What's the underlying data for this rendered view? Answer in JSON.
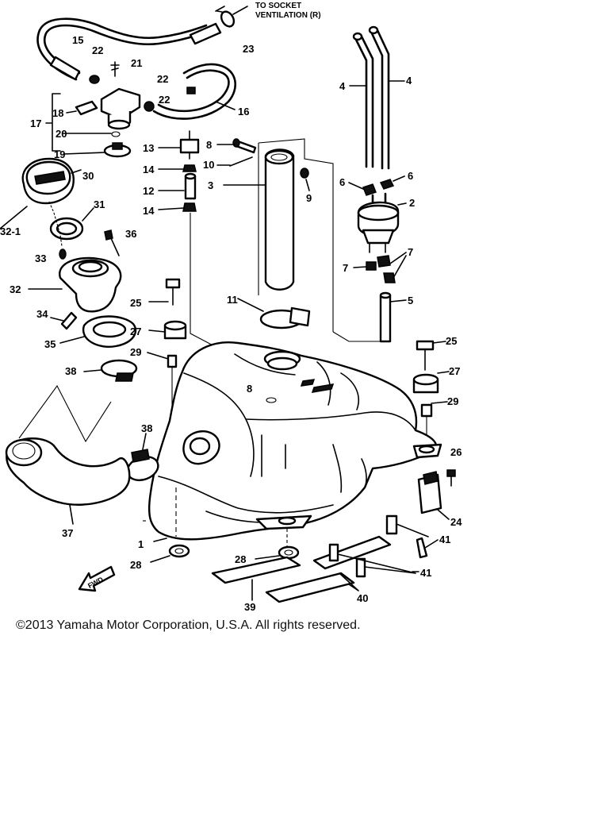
{
  "diagram": {
    "note_line1": "TO SOCKET",
    "note_line2": "VENTILATION (R)",
    "arrow_label": "FWD",
    "labels": [
      {
        "id": "l15",
        "text": "15"
      },
      {
        "id": "l22a",
        "text": "22"
      },
      {
        "id": "l21",
        "text": "21"
      },
      {
        "id": "l23",
        "text": "23"
      },
      {
        "id": "l4a",
        "text": "4"
      },
      {
        "id": "l4b",
        "text": "4"
      },
      {
        "id": "l22b",
        "text": "22"
      },
      {
        "id": "l22c",
        "text": "22"
      },
      {
        "id": "l16",
        "text": "16"
      },
      {
        "id": "l17",
        "text": "17"
      },
      {
        "id": "l18",
        "text": "18"
      },
      {
        "id": "l20",
        "text": "20"
      },
      {
        "id": "l19",
        "text": "19"
      },
      {
        "id": "l13",
        "text": "13"
      },
      {
        "id": "l8a",
        "text": "8"
      },
      {
        "id": "l10",
        "text": "10"
      },
      {
        "id": "l14a",
        "text": "14"
      },
      {
        "id": "l3",
        "text": "3"
      },
      {
        "id": "l9",
        "text": "9"
      },
      {
        "id": "l6a",
        "text": "6"
      },
      {
        "id": "l6b",
        "text": "6"
      },
      {
        "id": "l30",
        "text": "30"
      },
      {
        "id": "l2",
        "text": "2"
      },
      {
        "id": "l12",
        "text": "12"
      },
      {
        "id": "l14b",
        "text": "14"
      },
      {
        "id": "l31",
        "text": "31"
      },
      {
        "id": "l32_1",
        "text": "32-1"
      },
      {
        "id": "l36",
        "text": "36"
      },
      {
        "id": "l33",
        "text": "33"
      },
      {
        "id": "l7a",
        "text": "7"
      },
      {
        "id": "l7b",
        "text": "7"
      },
      {
        "id": "l32",
        "text": "32"
      },
      {
        "id": "l5",
        "text": "5"
      },
      {
        "id": "l11",
        "text": "11"
      },
      {
        "id": "l25a",
        "text": "25"
      },
      {
        "id": "l34",
        "text": "34"
      },
      {
        "id": "l27a",
        "text": "27"
      },
      {
        "id": "l35",
        "text": "35"
      },
      {
        "id": "l25b",
        "text": "25"
      },
      {
        "id": "l29a",
        "text": "29"
      },
      {
        "id": "l38a",
        "text": "38"
      },
      {
        "id": "l27b",
        "text": "27"
      },
      {
        "id": "l8b",
        "text": "8"
      },
      {
        "id": "l29b",
        "text": "29"
      },
      {
        "id": "l38b",
        "text": "38"
      },
      {
        "id": "l26",
        "text": "26"
      },
      {
        "id": "l24",
        "text": "24"
      },
      {
        "id": "l37",
        "text": "37"
      },
      {
        "id": "l41a",
        "text": "41"
      },
      {
        "id": "l1",
        "text": "1"
      },
      {
        "id": "l28a",
        "text": "28"
      },
      {
        "id": "l28b",
        "text": "28"
      },
      {
        "id": "l41b",
        "text": "41"
      },
      {
        "id": "l40",
        "text": "40"
      },
      {
        "id": "l39",
        "text": "39"
      }
    ]
  },
  "footer": {
    "copyright": "©2013 Yamaha Motor Corporation, U.S.A. All rights reserved."
  }
}
